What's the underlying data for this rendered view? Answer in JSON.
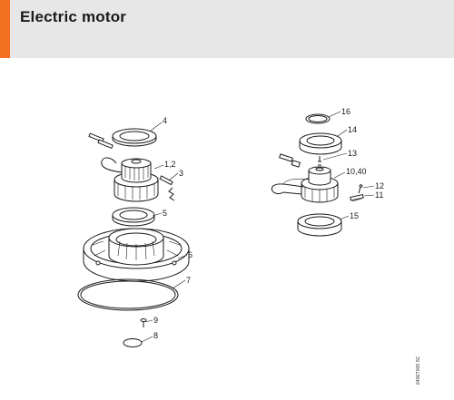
{
  "header": {
    "title": "Electric motor",
    "accent_color": "#f37021",
    "background_color": "#e7e7e7"
  },
  "diagram": {
    "callouts": [
      "4",
      "1,2",
      "3",
      "5",
      "6",
      "7",
      "9",
      "8",
      "16",
      "14",
      "13",
      "10,40",
      "12",
      "11",
      "15"
    ],
    "drawing_code": "640ET009 SC"
  }
}
